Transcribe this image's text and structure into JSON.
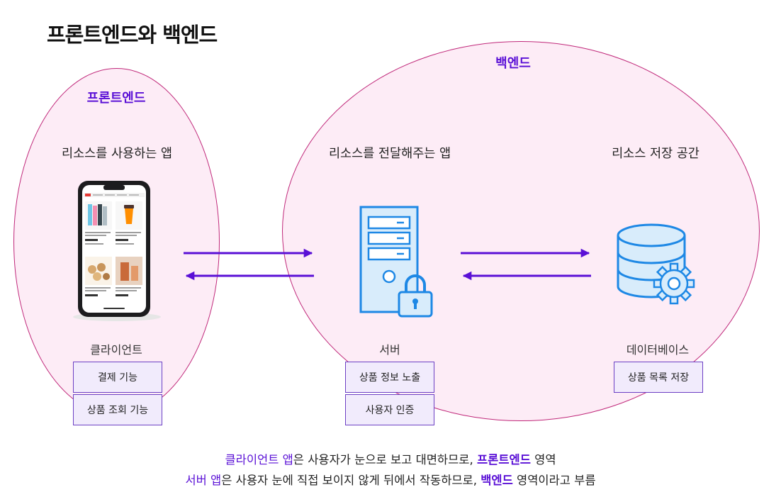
{
  "title": "프론트엔드와 백엔드",
  "frontend": {
    "label": "프론트엔드",
    "desc": "리소스를 사용하는 앱",
    "node": "클라이언트",
    "features": [
      "결제 기능",
      "상품 조회 기능"
    ]
  },
  "backend": {
    "label": "백엔드",
    "server": {
      "desc": "리소스를 전달해주는 앱",
      "node": "서버",
      "features": [
        "상품 정보 노출",
        "사용자 인증"
      ]
    },
    "database": {
      "desc": "리소스 저장 공간",
      "node": "데이터베이스",
      "features": [
        "상품 목록 저장"
      ]
    }
  },
  "caption": {
    "line1": {
      "hl": "클라이언트 앱",
      "mid": "은 사용자가 눈으로 보고 대면하므로,",
      "hlb": "프론트엔드",
      "end": "영역"
    },
    "line2": {
      "hl": "서버 앱",
      "mid": "은 사용자 눈에 직접 보이지 않게 뒤에서 작동하므로,",
      "hlb": "백엔드",
      "end": "영역이라고 부름"
    }
  },
  "colors": {
    "accent": "#5a10d6",
    "ellipse_border": "#c0287a",
    "ellipse_fill": "#fdecf6",
    "box_border": "#6c3fc4",
    "box_fill": "#f1ebfc",
    "icon_blue": "#1e88e5",
    "icon_fill": "#d8ecfb"
  },
  "icons": [
    "smartphone-icon",
    "server-lock-icon",
    "database-gear-icon"
  ]
}
